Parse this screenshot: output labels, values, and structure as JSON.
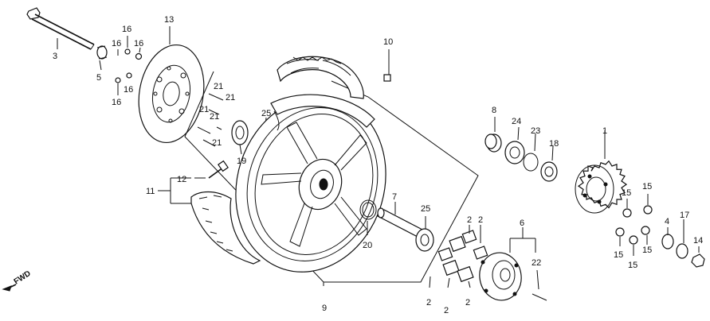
{
  "labels": {
    "l1": "1",
    "l2a": "2",
    "l2b": "2",
    "l2c": "2",
    "l2d": "2",
    "l2e": "2",
    "l3": "3",
    "l4": "4",
    "l5": "5",
    "l6": "6",
    "l7": "7",
    "l8": "8",
    "l9": "9",
    "l10": "10",
    "l11": "11",
    "l12": "12",
    "l13": "13",
    "l14": "14",
    "l15a": "15",
    "l15b": "15",
    "l15c": "15",
    "l15d": "15",
    "l15e": "15",
    "l16a": "16",
    "l16b": "16",
    "l16c": "16",
    "l16d": "16",
    "l16e": "16",
    "l17": "17",
    "l18": "18",
    "l19": "19",
    "l20": "20",
    "l21a": "21",
    "l21b": "21",
    "l21c": "21",
    "l21d": "21",
    "l21e": "21",
    "l22": "22",
    "l23": "23",
    "l24": "24",
    "l25a": "25",
    "l25b": "25"
  },
  "fwd": {
    "text": "FWD"
  },
  "colors": {
    "ink": "#111111",
    "paper": "#ffffff"
  }
}
